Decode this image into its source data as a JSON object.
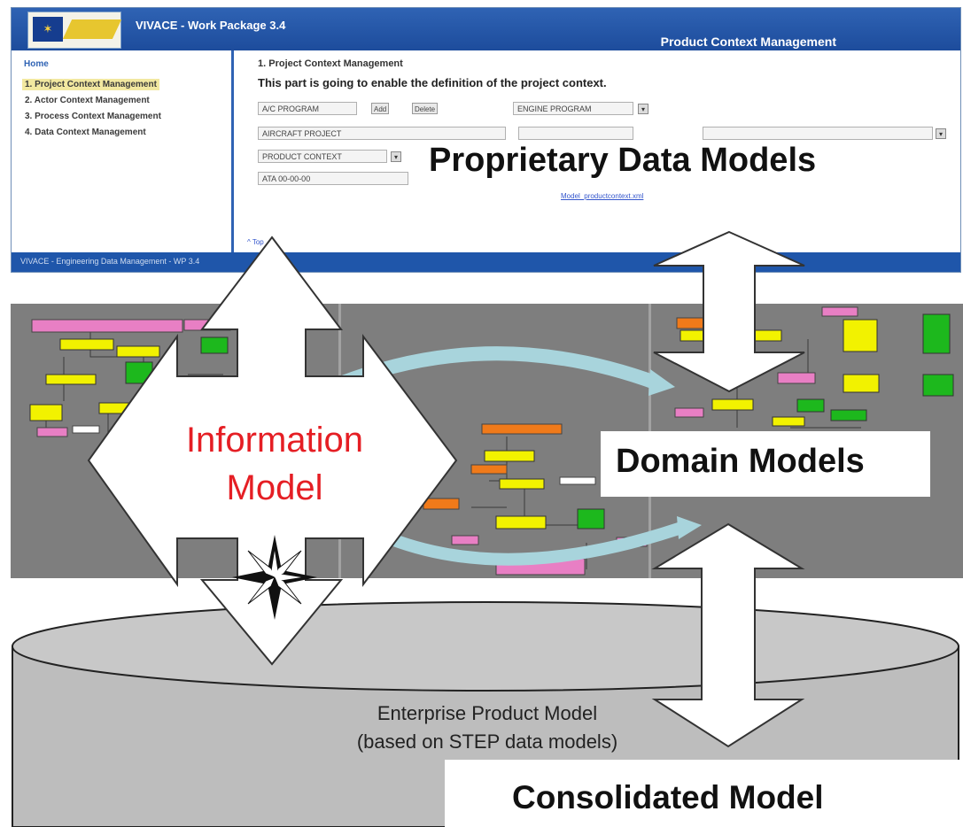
{
  "app": {
    "title": "VIVACE - Work Package 3.4",
    "subtitle": "Product Context Management",
    "nav": {
      "home": "Home",
      "items": [
        "1. Project Context Management",
        "2. Actor Context Management",
        "3. Process Context Management",
        "4. Data Context Management"
      ]
    },
    "section_title": "1. Project Context Management",
    "section_desc": "This part is going to enable the definition of the project context.",
    "fields": {
      "ac_program": "A/C PROGRAM",
      "engine_program": "ENGINE PROGRAM",
      "aircraft_project": "AIRCRAFT PROJECT",
      "product_context": "PRODUCT CONTEXT",
      "ata": "ATA 00-00-00",
      "add_btn": "Add",
      "delete_btn": "Delete"
    },
    "link": "Model_productcontext.xml",
    "top_link": "^ Top",
    "footer": "VIVACE - Engineering Data Management - WP 3.4"
  },
  "labels": {
    "proprietary": "Proprietary Data Models",
    "information_line1": "Information",
    "information_line2": "Model",
    "domain": "Domain Models",
    "epm_line1": "Enterprise Product Model",
    "epm_line2": "(based on STEP data models)",
    "consolidated": "Consolidated Model"
  },
  "colors": {
    "header_blue": "#2f63b4",
    "info_red": "#e51e24",
    "diagram_gray": "#7e7e7e",
    "box_yellow": "#f2f200",
    "box_green": "#1db81d",
    "box_pink": "#e87fc4",
    "box_orange": "#f07a1a"
  }
}
